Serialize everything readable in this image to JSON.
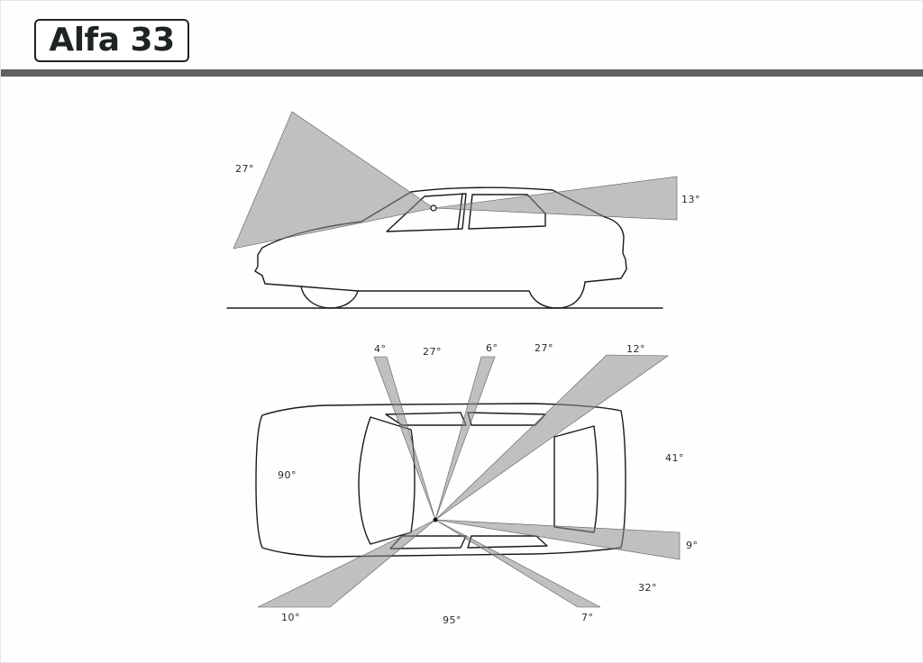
{
  "header": {
    "title": "Alfa 33"
  },
  "side_view": {
    "angles": {
      "front_up": "27°",
      "rear": "13°"
    }
  },
  "top_view": {
    "angles": {
      "front_left": "4°",
      "left_gap_1": "27°",
      "left_b_pillar": "6°",
      "left_gap_2": "27°",
      "left_rear": "12°",
      "front": "90°",
      "rear_window": "41°",
      "rear_right": "9°",
      "right_gap": "32°",
      "front_right": "10°",
      "right_gap_front": "95°",
      "right_b_pillar": "7°"
    }
  },
  "colors": {
    "cone_fill": "#8b8d8d",
    "header_bar": "#5f6161",
    "ink": "#1e2422"
  }
}
